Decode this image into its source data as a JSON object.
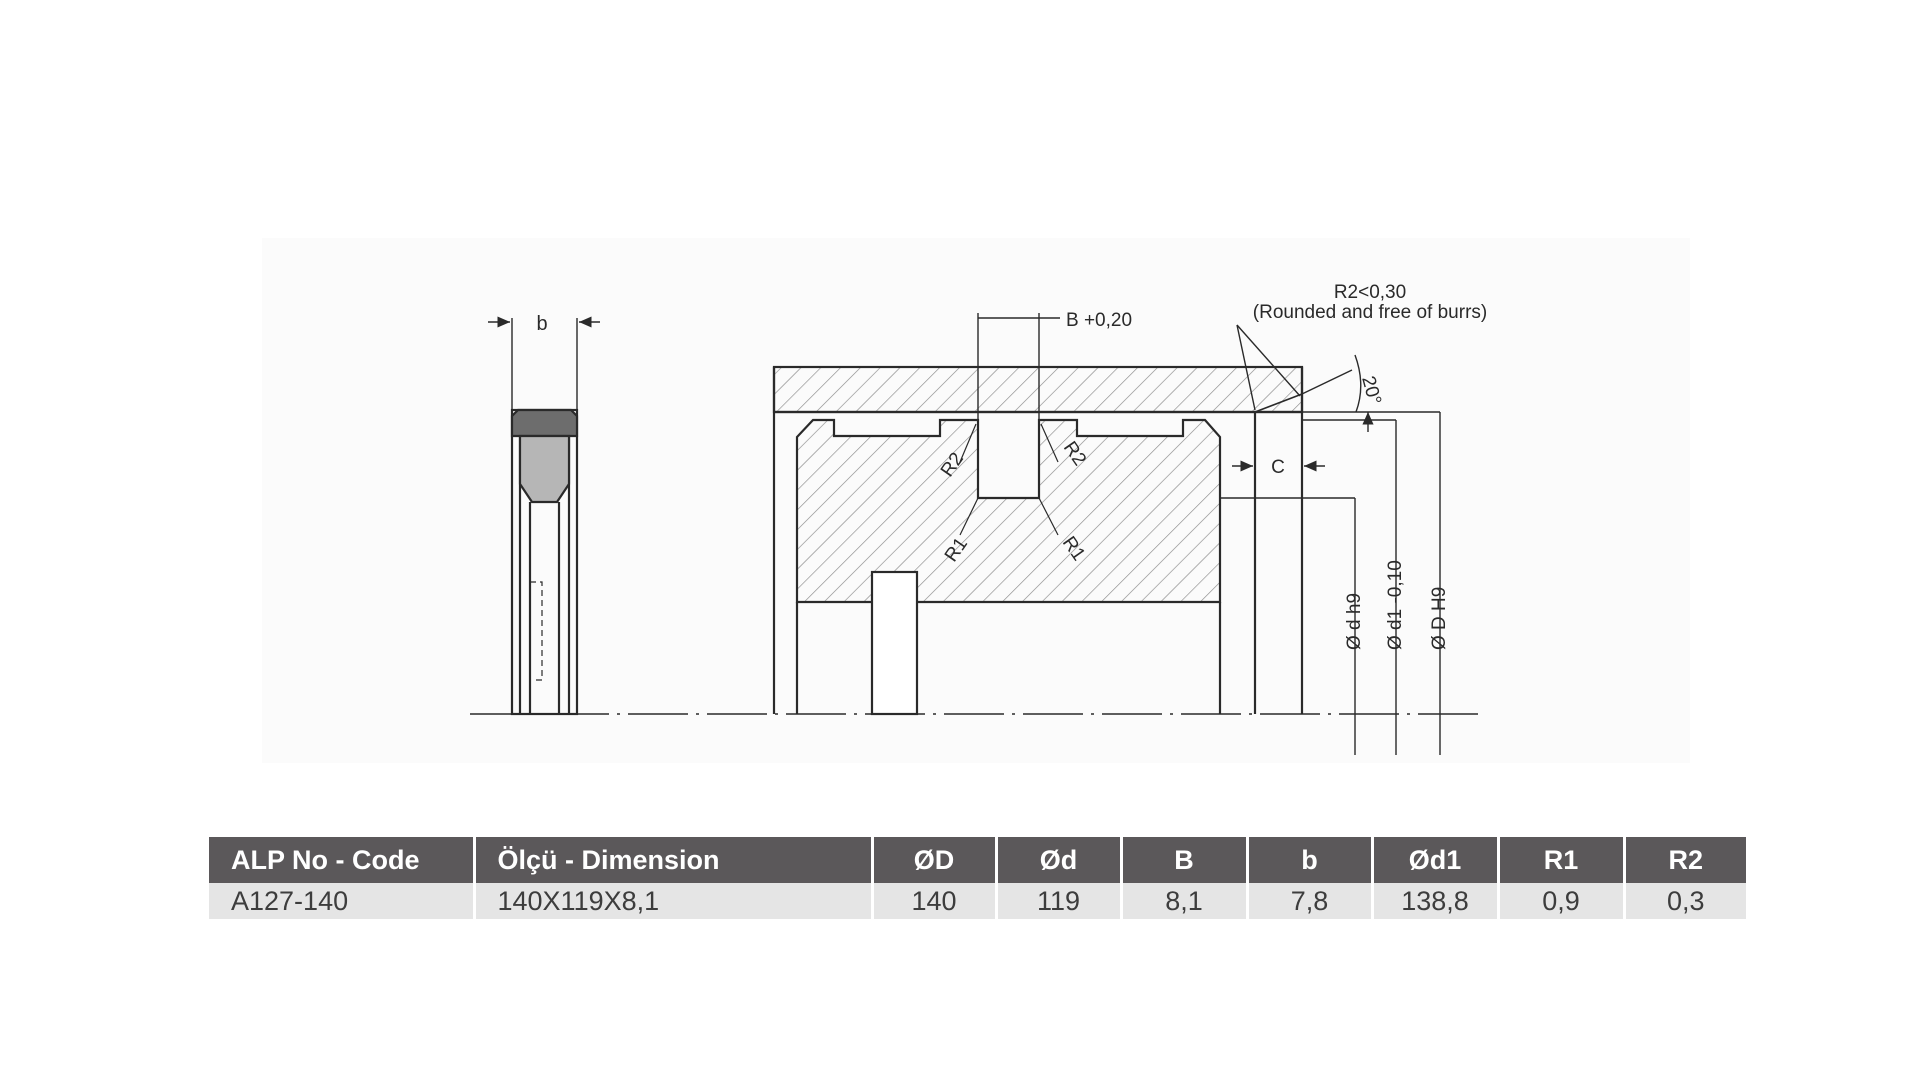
{
  "drawing": {
    "labels": {
      "b": "b",
      "b_tol": "B +0,20",
      "r2_note": "R2<0,30",
      "r2_note_sub": "(Rounded and free of burrs)",
      "angle": "20°",
      "c": "C",
      "r2": "R2",
      "r1": "R1",
      "d_h9": "Ø d h9",
      "d1": "Ø d1 -0,10",
      "D_H9": "Ø D H9"
    }
  },
  "table": {
    "headers": [
      "ALP No - Code",
      "Ölçü  - Dimension",
      "ØD",
      "Ød",
      "B",
      "b",
      "Ød1",
      "R1",
      "R2"
    ],
    "rows": [
      [
        "A127-140",
        "140X119X8,1",
        "140",
        "119",
        "8,1",
        "7,8",
        "138,8",
        "0,9",
        "0,3"
      ]
    ]
  },
  "colors": {
    "header_bg": "#5b585a",
    "row_bg": "#e5e5e5",
    "seal_fill": "#6d6d6d",
    "line": "#2a2a2a"
  }
}
